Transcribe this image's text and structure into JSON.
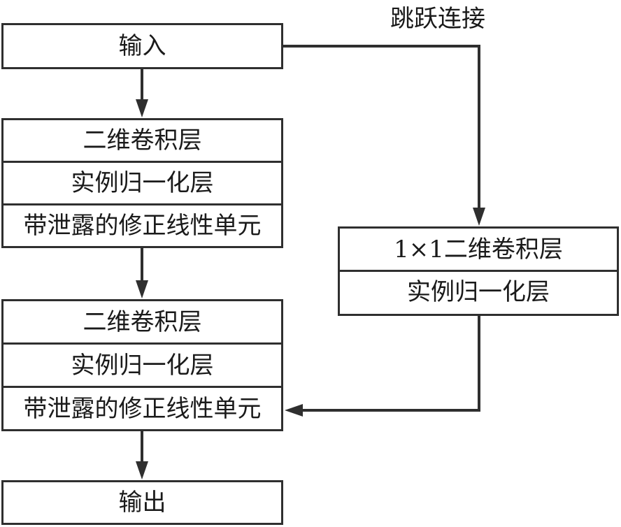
{
  "figure": {
    "skip_label": "跳跃连接",
    "input_box": {
      "label": "输入"
    },
    "conv_block_1": {
      "rows": [
        "二维卷积层",
        "实例归一化层",
        "带泄露的修正线性单元"
      ]
    },
    "conv_block_2": {
      "rows": [
        "二维卷积层",
        "实例归一化层",
        "带泄露的修正线性单元"
      ]
    },
    "skip_block": {
      "rows": [
        "1×1二维卷积层",
        "实例归一化层"
      ]
    },
    "output_box": {
      "label": "输出"
    },
    "colors": {
      "line": "#2f2f2f",
      "text": "#1a1a1a",
      "background": "#ffffff"
    }
  }
}
